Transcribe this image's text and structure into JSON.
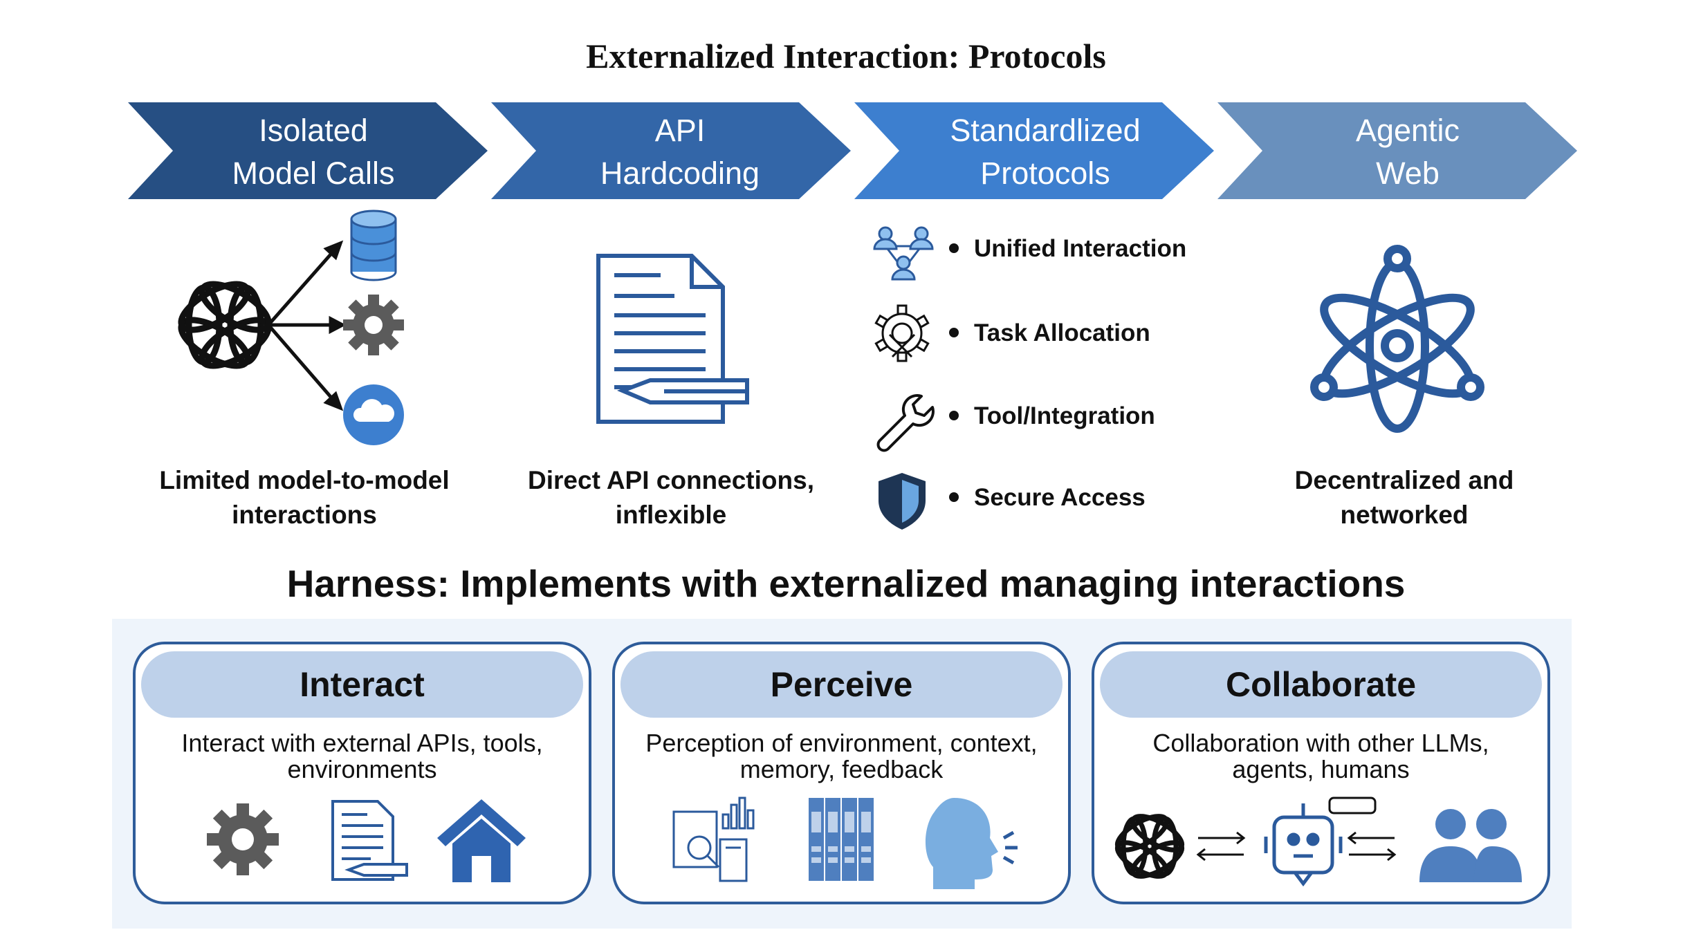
{
  "title": "Externalized Interaction: Protocols",
  "stages": [
    {
      "label": "Isolated\nModel Calls",
      "color": "#264f83"
    },
    {
      "label": "API\nHardcoding",
      "color": "#3366a8"
    },
    {
      "label": "Standardlized\nProtocols",
      "color": "#3d7fcf"
    },
    {
      "label": "Agentic\nWeb",
      "color": "#6990bd"
    }
  ],
  "captions": {
    "isolated": "Limited model-to-model\ninteractions",
    "api": "Direct API connections,\ninflexible",
    "agentic": "Decentralized and\nnetworked"
  },
  "protocol_items": [
    {
      "label": "Unified Interaction",
      "icon": "users-network-icon"
    },
    {
      "label": "Task Allocation",
      "icon": "gear-tools-icon"
    },
    {
      "label": "Tool/Integration",
      "icon": "wrench-icon"
    },
    {
      "label": "Secure Access",
      "icon": "shield-icon"
    }
  ],
  "harness": {
    "title": "Harness: Implements with externalized managing interactions",
    "cards": [
      {
        "title": "Interact",
        "desc": "Interact with external APIs, tools,\nenvironments",
        "icons": [
          "gear-icon",
          "document-icon",
          "house-icon"
        ]
      },
      {
        "title": "Perceive",
        "desc": "Perception of environment, context,\nmemory, feedback",
        "icons": [
          "analytics-icon",
          "binders-icon",
          "speaking-head-icon"
        ]
      },
      {
        "title": "Collaborate",
        "desc": "Collaboration with other LLMs,\nagents, humans",
        "icons": [
          "openai-icon",
          "robot-icon",
          "people-icon"
        ]
      }
    ]
  },
  "colors": {
    "dark_blue": "#264f83",
    "mid_blue": "#3366a8",
    "bright_blue": "#3d7fcf",
    "light_blue": "#6990bd",
    "icon_blue": "#2b5a9c",
    "card_border": "#2e5c9a",
    "pill": "#bed1ea"
  }
}
